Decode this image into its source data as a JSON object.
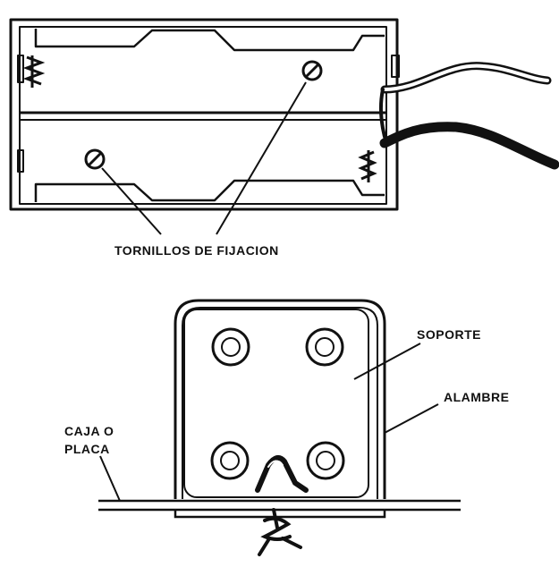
{
  "labels": {
    "tornillos": "TORNILLOS DE FIJACION",
    "soporte": "SOPORTE",
    "alambre": "ALAMBRE",
    "caja_line1": "CAJA O",
    "caja_line2": "PLACA"
  },
  "colors": {
    "ink": "#111111",
    "paper": "#ffffff"
  }
}
